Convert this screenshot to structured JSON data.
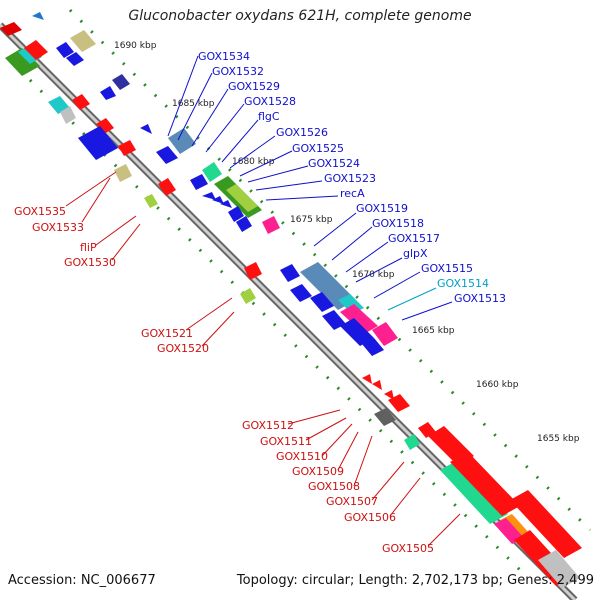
{
  "title": "Gluconobacter oxydans 621H, complete genome",
  "footer": {
    "accession": "Accession: NC_006677",
    "summary": "Topology: circular; Length: 2,702,173 bp; Genes: 2,499"
  },
  "colors": {
    "backbone": "#8a8a8a",
    "ruler_tick": "#2a8a2a",
    "label_blue": "#1010cc",
    "label_red": "#cc1010",
    "label_cyan": "#00a0c8"
  },
  "ruler": [
    {
      "label": "1690 kbp"
    },
    {
      "label": "1685 kbp"
    },
    {
      "label": "1680 kbp"
    },
    {
      "label": "1675 kbp"
    },
    {
      "label": "1670 kbp"
    },
    {
      "label": "1665 kbp"
    },
    {
      "label": "1660 kbp"
    },
    {
      "label": "1655 kbp"
    }
  ],
  "labels_blue": [
    "GOX1534",
    "GOX1532",
    "GOX1529",
    "GOX1528",
    "flgC",
    "GOX1526",
    "GOX1525",
    "GOX1524",
    "GOX1523",
    "recA",
    "GOX1519",
    "GOX1518",
    "GOX1517",
    "glpX",
    "GOX1515",
    "GOX1514",
    "GOX1513"
  ],
  "labels_red": [
    "GOX1535",
    "GOX1533",
    "fliP",
    "GOX1530",
    "GOX1521",
    "GOX1520",
    "GOX1512",
    "GOX1511",
    "GOX1510",
    "GOX1509",
    "GOX1508",
    "GOX1507",
    "GOX1506",
    "GOX1505"
  ]
}
